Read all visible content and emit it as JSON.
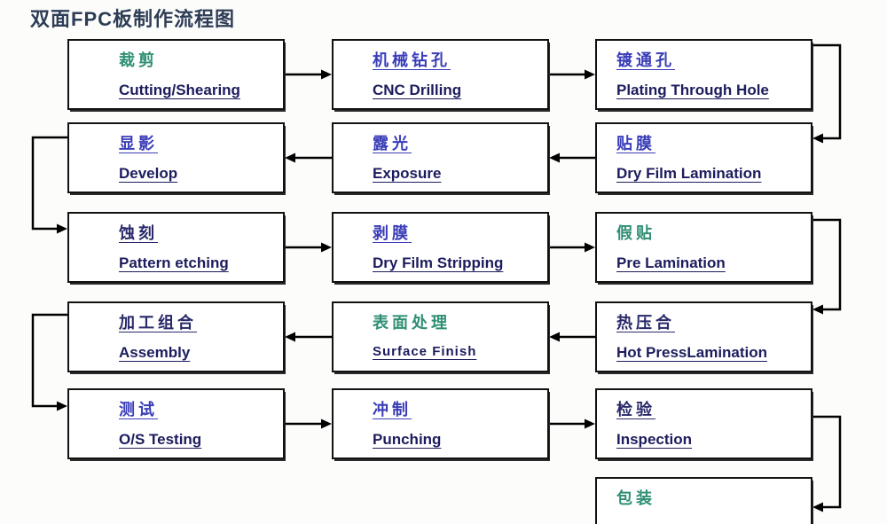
{
  "title": "双面FPC板制作流程图",
  "colors": {
    "green": "#2f8f74",
    "blue": "#3a3db8",
    "navy": "#29296a",
    "english": "#1c1c5e",
    "line": "#000000",
    "title": "#2e3d56"
  },
  "nodes": [
    {
      "id": "cutting",
      "row": 0,
      "col": 0,
      "zh": "裁剪",
      "en": "Cutting/Shearing",
      "zh_style": "green",
      "zh_underline": false
    },
    {
      "id": "cnc-drilling",
      "row": 0,
      "col": 1,
      "zh": "机械钻孔",
      "en": "CNC Drilling",
      "zh_style": "blue",
      "zh_underline": true
    },
    {
      "id": "plating-through-hole",
      "row": 0,
      "col": 2,
      "zh": "镀通孔",
      "en": "Plating Through Hole",
      "zh_style": "blue",
      "zh_underline": true
    },
    {
      "id": "develop",
      "row": 1,
      "col": 0,
      "zh": "显影",
      "en": "Develop",
      "zh_style": "blue",
      "zh_underline": true
    },
    {
      "id": "exposure",
      "row": 1,
      "col": 1,
      "zh": "露光",
      "en": "Exposure",
      "zh_style": "blue",
      "zh_underline": true
    },
    {
      "id": "dry-film-lamination",
      "row": 1,
      "col": 2,
      "zh": "贴膜",
      "en": "Dry Film Lamination",
      "zh_style": "blue",
      "zh_underline": true
    },
    {
      "id": "pattern-etching",
      "row": 2,
      "col": 0,
      "zh": "蚀刻",
      "en": "Pattern etching",
      "zh_style": "navy",
      "zh_underline": true
    },
    {
      "id": "dry-film-stripping",
      "row": 2,
      "col": 1,
      "zh": "剥膜",
      "en": "Dry Film Stripping",
      "zh_style": "blue",
      "zh_underline": true
    },
    {
      "id": "pre-lamination",
      "row": 2,
      "col": 2,
      "zh": "假贴",
      "en": "Pre Lamination",
      "zh_style": "green",
      "zh_underline": false
    },
    {
      "id": "assembly",
      "row": 3,
      "col": 0,
      "zh": "加工组合",
      "en": "Assembly",
      "zh_style": "navy",
      "zh_underline": true
    },
    {
      "id": "surface-finish",
      "row": 3,
      "col": 1,
      "zh": "表面处理",
      "en": "Surface Finish",
      "zh_style": "green",
      "zh_underline": false,
      "en_small": true
    },
    {
      "id": "hot-press-lamination",
      "row": 3,
      "col": 2,
      "zh": "热压合",
      "en": "Hot PressLamination",
      "zh_style": "navy",
      "zh_underline": true
    },
    {
      "id": "os-testing",
      "row": 4,
      "col": 0,
      "zh": "测试",
      "en": "O/S Testing",
      "zh_style": "blue",
      "zh_underline": true
    },
    {
      "id": "punching",
      "row": 4,
      "col": 1,
      "zh": "冲制",
      "en": "Punching",
      "zh_style": "blue",
      "zh_underline": true
    },
    {
      "id": "inspection",
      "row": 4,
      "col": 2,
      "zh": "检验",
      "en": "Inspection",
      "zh_style": "navy",
      "zh_underline": true
    },
    {
      "id": "packing",
      "row": 5,
      "col": 2,
      "zh": "包装",
      "en": "",
      "zh_style": "green",
      "zh_underline": false
    }
  ],
  "edges": [
    {
      "from": "cutting",
      "to": "cnc-drilling",
      "type": "h"
    },
    {
      "from": "cnc-drilling",
      "to": "plating-through-hole",
      "type": "h"
    },
    {
      "from": "plating-through-hole",
      "to": "dry-film-lamination",
      "type": "wrap-right",
      "exit_dy": 7,
      "enter_dy": 18
    },
    {
      "from": "dry-film-lamination",
      "to": "exposure",
      "type": "h"
    },
    {
      "from": "exposure",
      "to": "develop",
      "type": "h"
    },
    {
      "from": "develop",
      "to": "pattern-etching",
      "type": "wrap-left",
      "exit_dy": 17,
      "enter_dy": 19
    },
    {
      "from": "pattern-etching",
      "to": "dry-film-stripping",
      "type": "h"
    },
    {
      "from": "dry-film-stripping",
      "to": "pre-lamination",
      "type": "h"
    },
    {
      "from": "pre-lamination",
      "to": "hot-press-lamination",
      "type": "wrap-right",
      "exit_dy": 9,
      "enter_dy": 9
    },
    {
      "from": "hot-press-lamination",
      "to": "surface-finish",
      "type": "h"
    },
    {
      "from": "surface-finish",
      "to": "assembly",
      "type": "h"
    },
    {
      "from": "assembly",
      "to": "os-testing",
      "type": "wrap-left",
      "exit_dy": 15,
      "enter_dy": 20
    },
    {
      "from": "os-testing",
      "to": "punching",
      "type": "h"
    },
    {
      "from": "punching",
      "to": "inspection",
      "type": "h"
    },
    {
      "from": "inspection",
      "to": "packing",
      "type": "wrap-right",
      "exit_dy": 32,
      "enter_dy": 34
    }
  ]
}
